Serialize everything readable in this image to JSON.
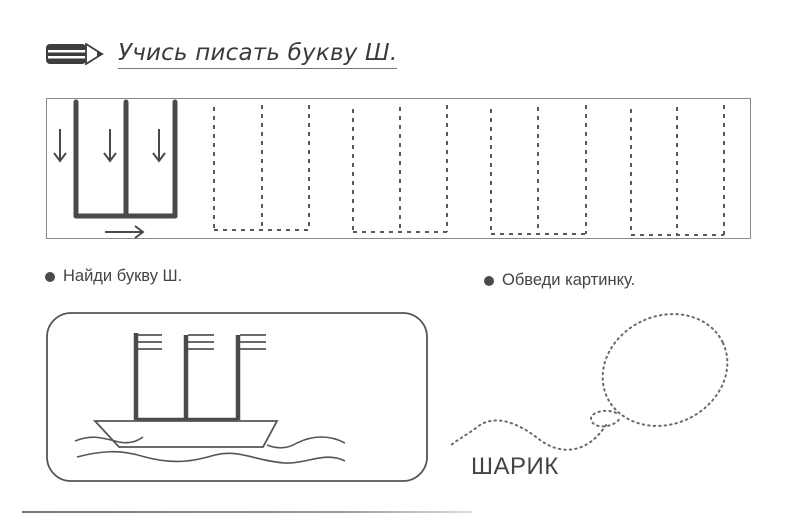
{
  "header": {
    "icon": "pencil-icon",
    "title": "Учись писать букву Ш."
  },
  "practice": {
    "model_letter": "Ш",
    "stroke_arrows": [
      "down",
      "down",
      "down",
      "right"
    ],
    "dotted_letter_count": 4
  },
  "tasks": [
    {
      "label": "Найди букву Ш."
    },
    {
      "label": "Обведи картинку."
    }
  ],
  "picture_ship": {
    "description": "ship with three masts shaped like Ш",
    "mast_count": 3
  },
  "picture_balloon": {
    "word": "ШАРИК",
    "style": "dotted outline"
  },
  "colors": {
    "ink": "#3a3a3a",
    "frame": "#8a8a8a",
    "dots": "#6a6a6a"
  }
}
